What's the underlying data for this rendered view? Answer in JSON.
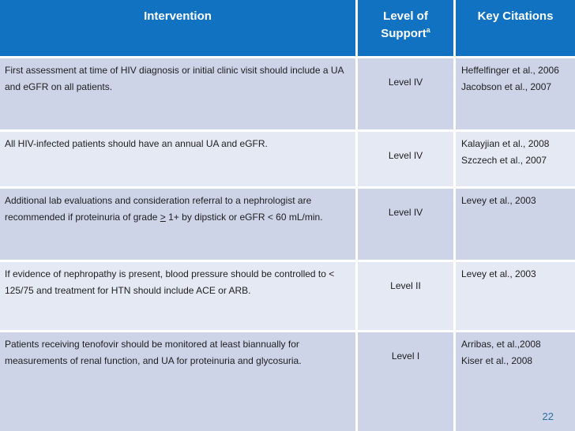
{
  "slide": {
    "page_number": "22",
    "colors": {
      "header_bg": "#1272C2",
      "row_dark": "#CDD4E8",
      "row_light": "#E4E9F3",
      "body_text": "#1E1E1E",
      "page_number_color": "#2F6F9F"
    }
  },
  "table": {
    "headers": {
      "intervention": "Intervention",
      "level_line1": "Level of",
      "level_line2": "Support",
      "level_sup": "a",
      "citations": "Key Citations"
    },
    "rows": [
      {
        "intervention": "First assessment at time of HIV diagnosis or initial clinic visit should include a UA and eGFR on all patients.",
        "level": "Level IV",
        "citations": "Heffelfinger et al., 2006\nJacobson et al., 2007"
      },
      {
        "intervention": "All HIV-infected patients should have an annual UA and eGFR.",
        "level": "Level IV",
        "citations": "Kalayjian et al., 2008\nSzczech et al., 2007"
      },
      {
        "intervention_pre": "Additional lab evaluations and consideration referral to a nephrologist are recommended if proteinuria of grade ",
        "intervention_underline": ">",
        "intervention_post": " 1+ by dipstick or eGFR < 60 mL/min.",
        "level": "Level IV",
        "citations": "Levey et al., 2003"
      },
      {
        "intervention": "If evidence of nephropathy is present, blood pressure should be controlled to < 125/75 and treatment for HTN should include ACE or ARB.",
        "level": "Level II",
        "citations": "Levey et al., 2003"
      },
      {
        "intervention": "Patients receiving tenofovir should be monitored at least biannually for measurements of renal function, and UA for proteinuria and glycosuria.",
        "level": "Level I",
        "citations": "Arribas, et al.,2008\nKiser et al., 2008"
      }
    ]
  }
}
